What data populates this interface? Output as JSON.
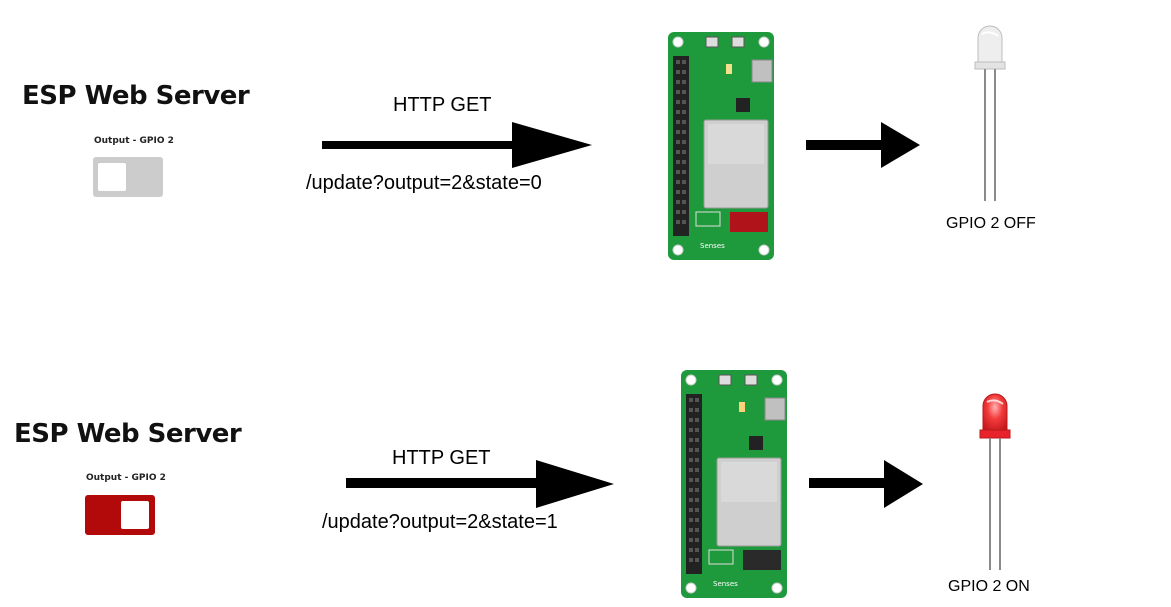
{
  "rows": [
    {
      "id": "off",
      "server_title": "ESP Web Server",
      "switch_label": "Output - GPIO 2",
      "switch_on": false,
      "request_method": "HTTP GET",
      "request_url": "/update?output=2&state=0",
      "led_status": "GPIO 2 OFF",
      "led_lit": false
    },
    {
      "id": "on",
      "server_title": "ESP Web Server",
      "switch_label": "Output - GPIO 2",
      "switch_on": true,
      "request_method": "HTTP GET",
      "request_url": "/update?output=2&state=1",
      "led_status": "GPIO 2 ON",
      "led_lit": true
    }
  ],
  "colors": {
    "switch_off": "#cccccc",
    "switch_on": "#b20a0a",
    "board_green": "#1e9a3c",
    "led_red": "#e8232b",
    "led_clear": "#e6e6e6",
    "arrow": "#000000"
  }
}
